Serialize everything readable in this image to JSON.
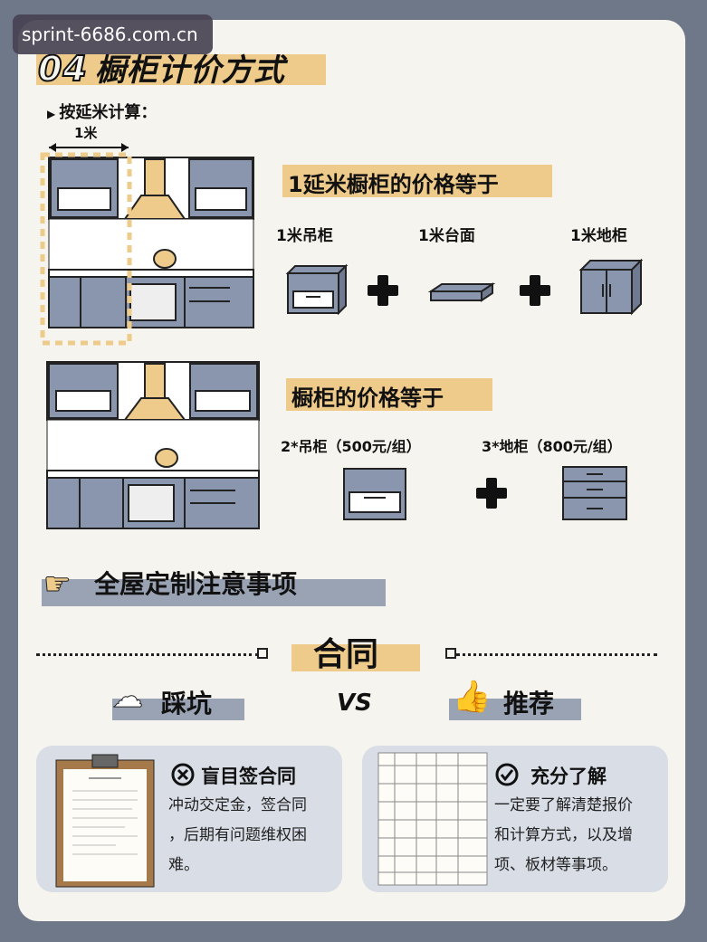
{
  "watermark": "sprint-6686.com.cn",
  "title": {
    "num": "04",
    "text": "橱柜计价方式"
  },
  "subtitle": "按延米计算：",
  "measure_label": "1米",
  "section1": {
    "heading": "1延米橱柜的价格等于",
    "items": [
      "1米吊柜",
      "1米台面",
      "1米地柜"
    ]
  },
  "section2": {
    "heading": "橱柜的价格等于",
    "formula_left": "2*吊柜（500元/组）",
    "formula_right": "3*地柜（800元/组）"
  },
  "section3": {
    "heading": "全屋定制注意事项"
  },
  "contract": {
    "label": "合同",
    "left": "踩坑",
    "vs": "VS",
    "right": "推荐"
  },
  "panel_left": {
    "title": "盲目签合同",
    "lines": [
      "冲动交定金，签合同",
      "，后期有问题维权困",
      "难。"
    ]
  },
  "panel_right": {
    "title": "充分了解",
    "lines": [
      "一定要了解清楚报价",
      "和计算方式，以及增",
      "项、板材等事项。"
    ]
  },
  "colors": {
    "cabinet_blue": "#8a96ad",
    "yellow": "#eecb8a",
    "ink": "#111111"
  }
}
